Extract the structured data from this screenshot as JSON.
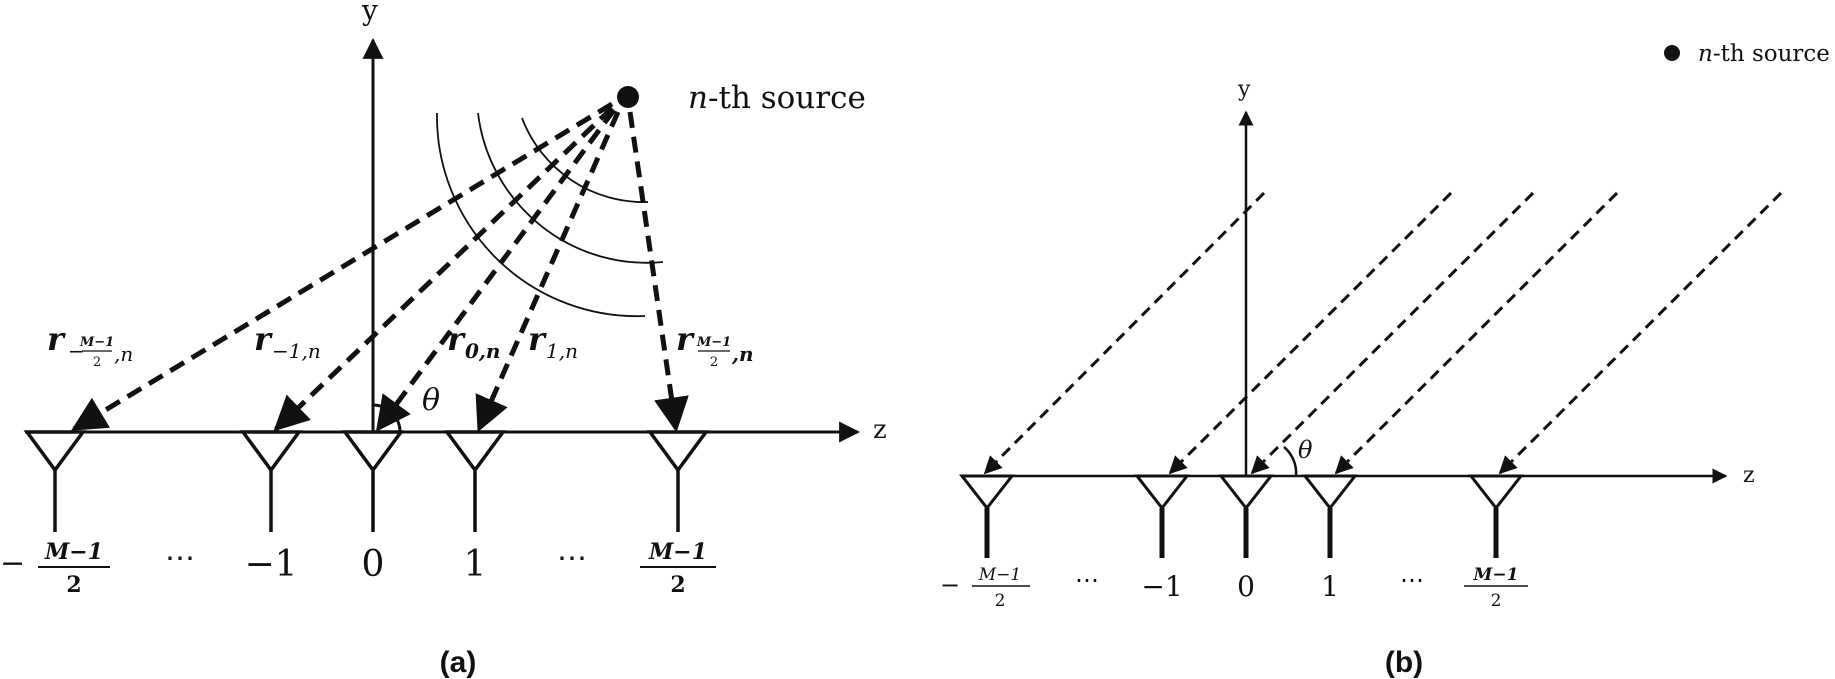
{
  "colors": {
    "ink": "#111111",
    "background": "#ffffff"
  },
  "panel_a": {
    "caption": "(a)",
    "y_axis_label": "y",
    "z_axis_label": "z",
    "source_label_n": "n",
    "source_label_rest": "-th source",
    "angle_label": "θ",
    "antenna_labels": {
      "left_sign": "−",
      "left_num": "M−1",
      "left_den": "2",
      "dots_left": "⋯",
      "minus_one": "−1",
      "zero": "0",
      "one": "1",
      "dots_right": "⋯",
      "right_num": "M−1",
      "right_den": "2"
    },
    "range_labels": {
      "r_letter": "r",
      "r1_sub_sign": "−",
      "r1_sub_num": "M−1",
      "r1_sub_den": "2",
      "r1_sub_tail": ",n",
      "r2_sub": "−1,n",
      "r3_sub": "0,n",
      "r4_sub": "1,n",
      "r5_sub_num": "M−1",
      "r5_sub_den": "2",
      "r5_sub_tail": ",n"
    }
  },
  "panel_b": {
    "caption": "(b)",
    "y_axis_label": "y",
    "z_axis_label": "z",
    "legend_n": "n",
    "legend_rest": "-th source",
    "angle_label": "θ",
    "antenna_labels": {
      "left_sign": "−",
      "left_num": "M−1",
      "left_den": "2",
      "dots_left": "⋯",
      "minus_one": "−1",
      "zero": "0",
      "one": "1",
      "dots_right": "⋯",
      "right_num": "M−1",
      "right_den": "2"
    }
  }
}
